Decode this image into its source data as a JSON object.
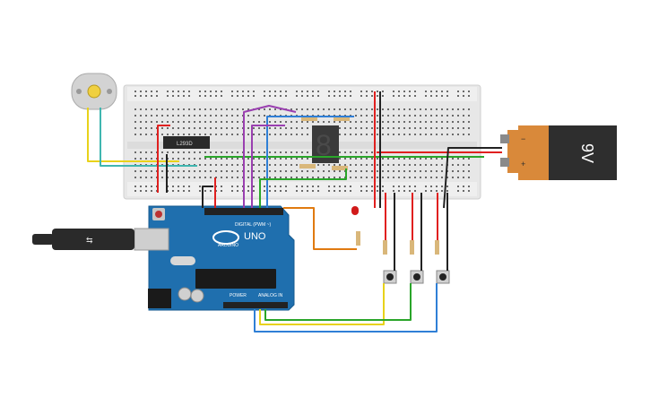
{
  "canvas": {
    "background": "#ffffff"
  },
  "arduino": {
    "logo_text": "ARDUINO",
    "model_label": "UNO",
    "digital_header_label": "DIGITAL (PWM ~)",
    "power_label": "POWER",
    "analog_label": "ANALOG IN",
    "board_color": "#1f6fae"
  },
  "battery": {
    "label": "9V",
    "minus_label": "−",
    "plus_label": "+",
    "body_color": "#2e2e2e",
    "cap_color": "#d9893a"
  },
  "driver_chip": {
    "label": "L293D"
  },
  "seven_segment": {
    "digit": "8"
  },
  "motor": {
    "name": "DC motor"
  },
  "led": {
    "color": "#d11a1a"
  },
  "buttons": [
    {
      "id": "btn-1"
    },
    {
      "id": "btn-2"
    },
    {
      "id": "btn-3"
    }
  ],
  "wire_colors": {
    "red": "#e0201f",
    "black": "#222222",
    "green": "#2aa52a",
    "yellow": "#e8d21a",
    "blue": "#2f7fd6",
    "orange": "#e07a10",
    "purple": "#9a3fb0",
    "teal": "#3fb6b0",
    "gray": "#9a9a9a"
  }
}
